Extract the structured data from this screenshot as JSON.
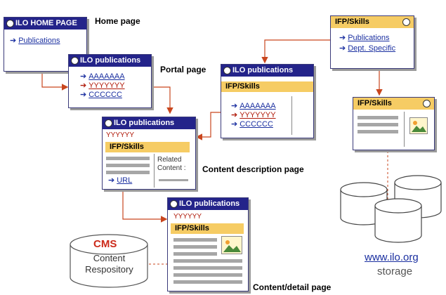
{
  "captions": {
    "home": "Home page",
    "portal": "Portal page",
    "content_desc": "Content description page",
    "content_detail": "Content/detail page"
  },
  "home_window": {
    "title": "ILO HOME PAGE",
    "link": "Publications"
  },
  "portal_window": {
    "title": "ILO publications",
    "links": [
      "AAAAAAA",
      "YYYYYYY",
      "CCCCCC"
    ]
  },
  "ifp_portal_window": {
    "title": "ILO publications",
    "header": "IFP/Skills",
    "links": [
      "AAAAAAA",
      "YYYYYYY",
      "CCCCCC"
    ]
  },
  "ifp_top_window": {
    "title": "IFP/Skills",
    "links": [
      "Publications",
      "Dept. Specific"
    ]
  },
  "ifp_small_window": {
    "title": "IFP/Skills"
  },
  "desc_window": {
    "title": "ILO publications",
    "item": "YYYYYY",
    "header": "IFP/Skills",
    "related": "Related Content :",
    "url": "URL"
  },
  "detail_window": {
    "title": "ILO publications",
    "item": "YYYYYY",
    "header": "IFP/Skills"
  },
  "cms": {
    "title": "CMS",
    "label": "Content Respository"
  },
  "storage": {
    "url": "www.ilo.org",
    "label": "storage"
  },
  "colors": {
    "navy": "#24248a",
    "gold": "#f6cc64",
    "arrow": "#c9461e",
    "link": "#1a2fa0",
    "red_text": "#b01a0a"
  }
}
